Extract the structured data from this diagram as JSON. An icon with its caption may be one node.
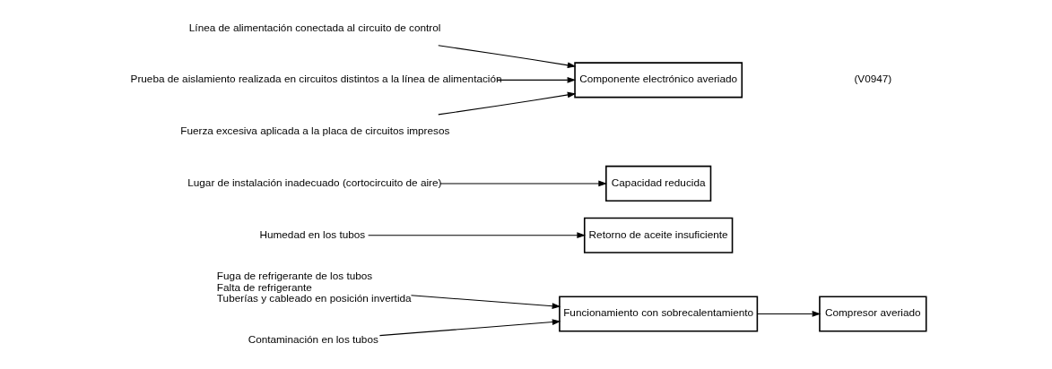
{
  "diagram": {
    "nodes": [
      {
        "text": [
          "Fuga de refrigerante de los tubos",
          "Falta de refrigerante",
          "Tuberías y cableado en posición invertida"
        ]
      },
      {
        "text": [
          "Contaminación en los tubos"
        ]
      },
      {
        "text": [
          "Funcionamiento con sobrecalentamiento"
        ]
      },
      {
        "text": [
          "Compresor averiado"
        ]
      },
      {
        "text": [
          "Humedad en los tubos"
        ]
      },
      {
        "text": [
          "Retorno de aceite insuficiente"
        ]
      },
      {
        "text": [
          "Lugar de instalación inadecuado (cortocircuito de aire)"
        ]
      },
      {
        "text": [
          "Capacidad reducida"
        ]
      },
      {
        "text": [
          "Línea de alimentación conectada al circuito de control"
        ]
      },
      {
        "text": [
          "Prueba de aislamiento realizada en circuitos distintos a la línea de alimentación"
        ]
      },
      {
        "text": [
          "Fuerza excesiva aplicada a la placa de circuitos impresos"
        ]
      },
      {
        "text": [
          "Componente electrónico averiado"
        ]
      }
    ],
    "edges": [
      {
        "from": 0,
        "to": 2,
        "arrow": "to"
      },
      {
        "from": 1,
        "to": 2,
        "arrow": "to"
      },
      {
        "from": 2,
        "to": 3,
        "arrow": "to"
      },
      {
        "from": 4,
        "to": 5,
        "arrow": "to"
      },
      {
        "from": 6,
        "to": 7,
        "arrow": "to"
      },
      {
        "from": 8,
        "to": 11,
        "arrow": "to"
      },
      {
        "from": 9,
        "to": 11,
        "arrow": "to"
      },
      {
        "from": 10,
        "to": 11,
        "arrow": "to"
      }
    ],
    "labels": [
      "(V0947)"
    ]
  }
}
